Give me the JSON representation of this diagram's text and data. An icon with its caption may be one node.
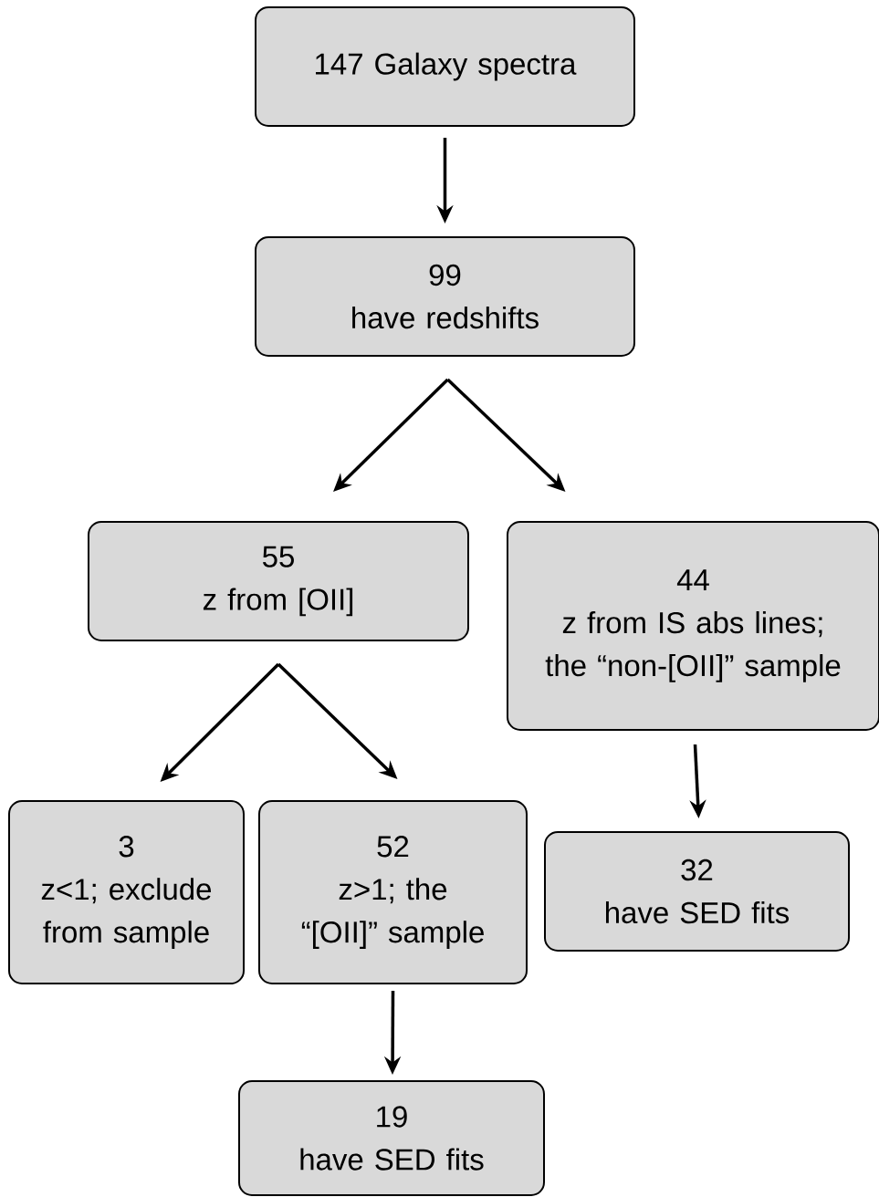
{
  "diagram": {
    "nodes": [
      {
        "text": [
          "147 Galaxy spectra"
        ]
      },
      {
        "text": [
          "99",
          "have redshifts"
        ]
      },
      {
        "text": [
          "55",
          "z from [OII]"
        ]
      },
      {
        "text": [
          "44",
          "z from IS abs lines; the “non-[OII]” sample"
        ]
      },
      {
        "text": [
          "3",
          "z<1; exclude from sample"
        ]
      },
      {
        "text": [
          "52",
          "z>1; the “[OII]” sample"
        ]
      },
      {
        "text": [
          "32",
          "have SED fits"
        ]
      },
      {
        "text": [
          "19",
          "have SED fits"
        ]
      }
    ],
    "edges": [
      {
        "from": 0,
        "to": 1,
        "arrow": "to"
      },
      {
        "from": 1,
        "to": 2,
        "arrow": "to"
      },
      {
        "from": 1,
        "to": 3,
        "arrow": "to"
      },
      {
        "from": 2,
        "to": 4,
        "arrow": "to"
      },
      {
        "from": 2,
        "to": 5,
        "arrow": "to"
      },
      {
        "from": 3,
        "to": 6,
        "arrow": "to"
      },
      {
        "from": 5,
        "to": 7,
        "arrow": "to"
      }
    ]
  }
}
